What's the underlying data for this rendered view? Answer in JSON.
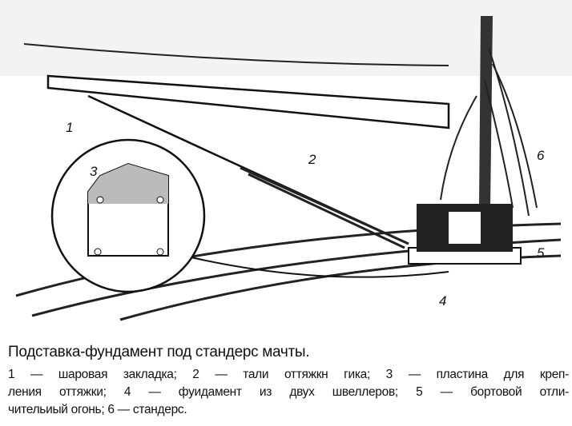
{
  "figure": {
    "callouts": [
      "1",
      "2",
      "3",
      "4",
      "5",
      "6"
    ]
  },
  "caption": {
    "title": "Подставка-фундамент под стандерс мачты.",
    "lines": [
      "1 — шаровая закладка; 2 — тали оттяжкн гика; 3 — пластина для креп-",
      "ления оттяжки; 4 — фуидамент из двух швеллеров; 5 — бортовой отли-",
      "чительиый огонь; 6 — стандерс."
    ]
  }
}
